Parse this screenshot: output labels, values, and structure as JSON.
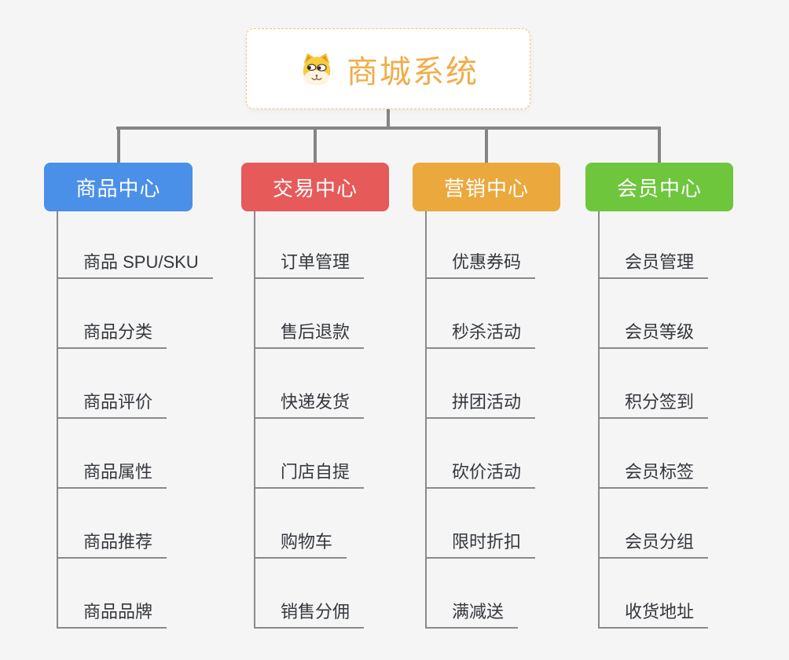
{
  "root": {
    "title": "商城系统",
    "icon": "doge-icon",
    "title_color": "#f0ad4a",
    "border_color": "#f2c57e"
  },
  "branches": [
    {
      "label": "商品中心",
      "color": "#4a90e8",
      "children": [
        "商品 SPU/SKU",
        "商品分类",
        "商品评价",
        "商品属性",
        "商品推荐",
        "商品品牌"
      ]
    },
    {
      "label": "交易中心",
      "color": "#e65a5a",
      "children": [
        "订单管理",
        "售后退款",
        "快递发货",
        "门店自提",
        "购物车",
        "销售分佣"
      ]
    },
    {
      "label": "营销中心",
      "color": "#eba83c",
      "children": [
        "优惠券码",
        "秒杀活动",
        "拼团活动",
        "砍价活动",
        "限时折扣",
        "满减送"
      ]
    },
    {
      "label": "会员中心",
      "color": "#6ec63c",
      "children": [
        "会员管理",
        "会员等级",
        "积分签到",
        "会员标签",
        "会员分组",
        "收货地址"
      ]
    }
  ],
  "connector_color": "#848484",
  "leaf_line_color": "#8a8a8a"
}
